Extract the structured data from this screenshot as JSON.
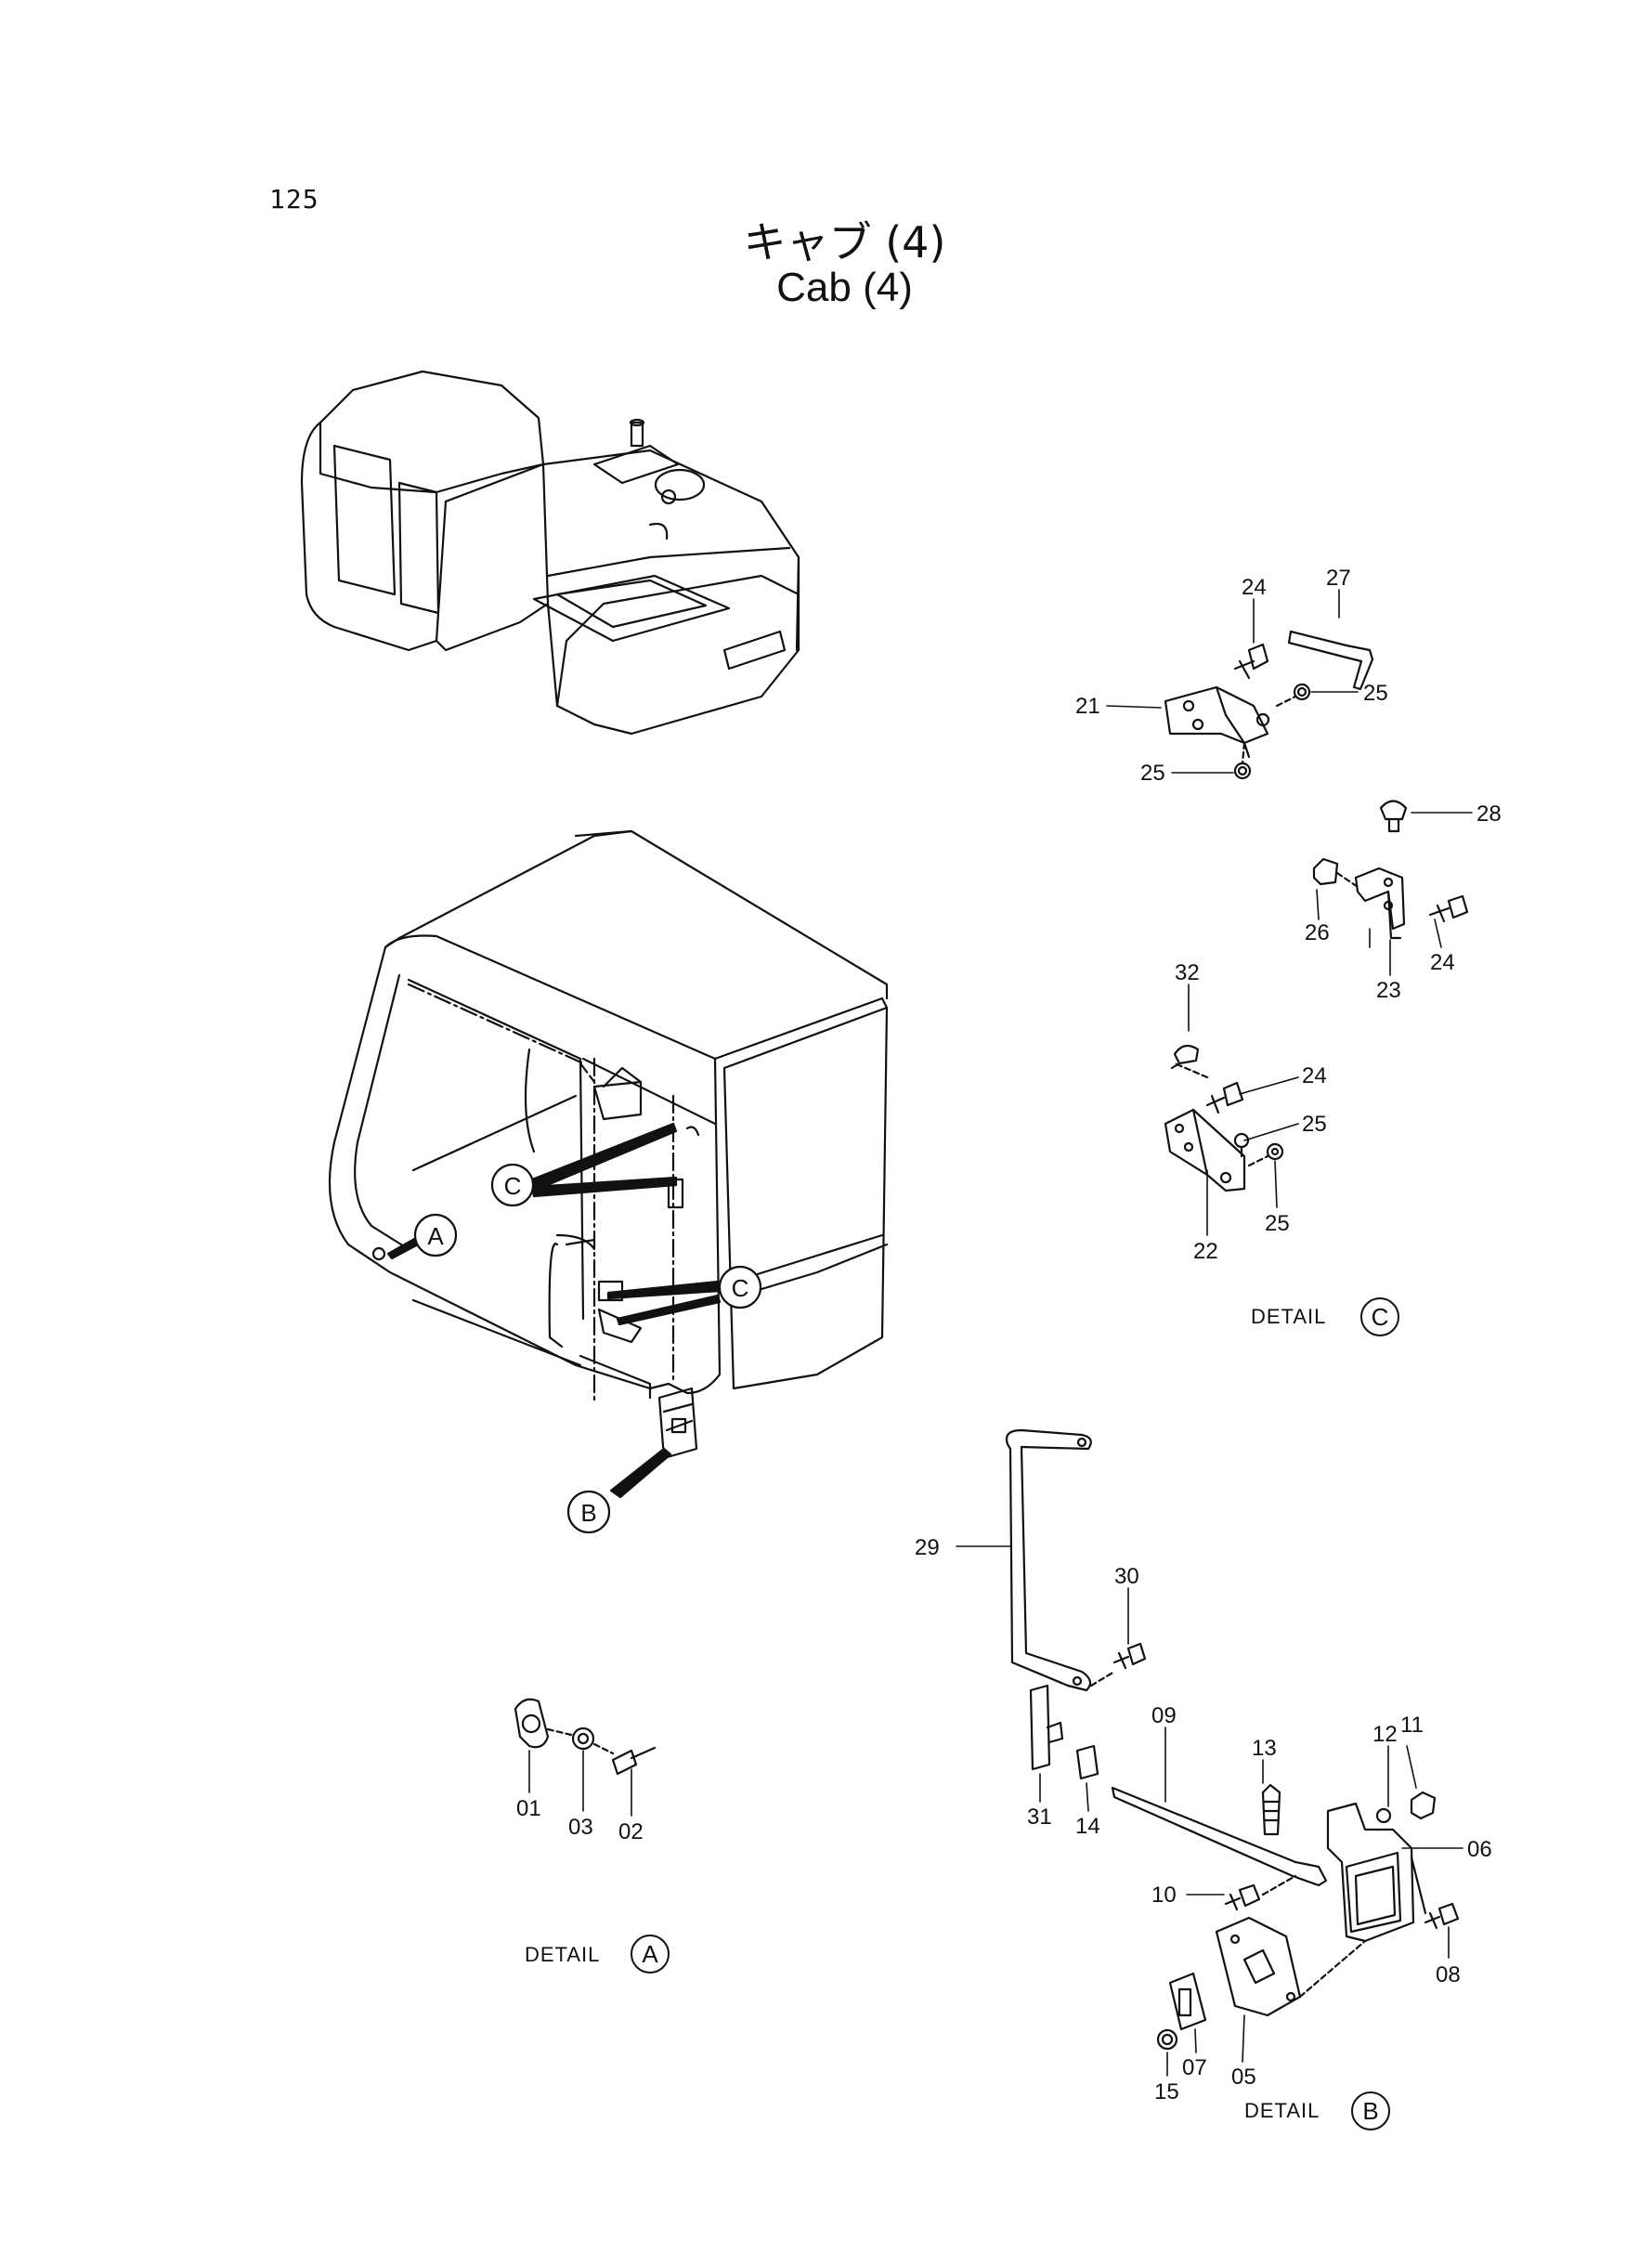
{
  "page_number": "125",
  "title_jp": "キャブ (4)",
  "title_en": "Cab (4)",
  "callouts": {
    "A": "A",
    "B": "B",
    "C": "C"
  },
  "details": {
    "A": "DETAIL",
    "B": "DETAIL",
    "C": "DETAIL"
  },
  "parts": {
    "p01": "01",
    "p02": "02",
    "p03": "03",
    "p05": "05",
    "p06": "06",
    "p07": "07",
    "p08": "08",
    "p09": "09",
    "p10": "10",
    "p11": "11",
    "p12": "12",
    "p13": "13",
    "p14": "14",
    "p15": "15",
    "p21": "21",
    "p22": "22",
    "p23": "23",
    "p24a": "24",
    "p24b": "24",
    "p24c": "24",
    "p25a": "25",
    "p25b": "25",
    "p25c": "25",
    "p25d": "25",
    "p26": "26",
    "p27": "27",
    "p28": "28",
    "p29": "29",
    "p30": "30",
    "p31": "31",
    "p32": "32"
  }
}
